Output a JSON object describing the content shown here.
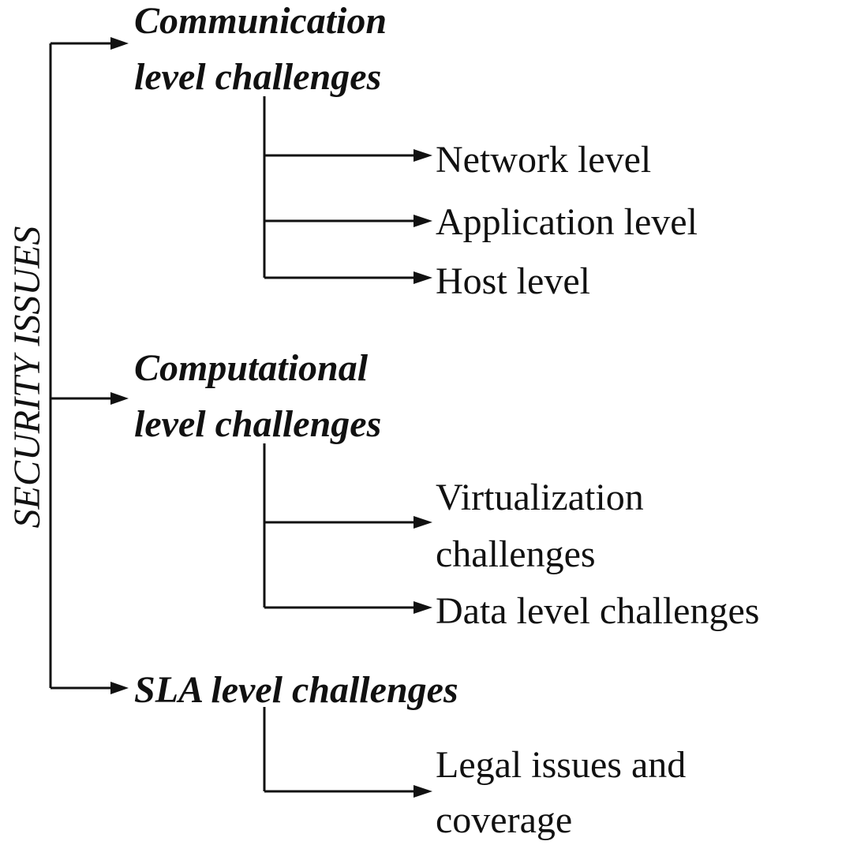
{
  "diagram": {
    "root": {
      "label": "SECURITY ISSUES"
    },
    "categories": [
      {
        "lines": [
          "Communication",
          "level challenges"
        ],
        "children": [
          {
            "lines": [
              "Network level"
            ]
          },
          {
            "lines": [
              "Application level"
            ]
          },
          {
            "lines": [
              "Host level"
            ]
          }
        ]
      },
      {
        "lines": [
          "Computational",
          "level challenges"
        ],
        "children": [
          {
            "lines": [
              "Virtualization",
              "challenges"
            ]
          },
          {
            "lines": [
              "Data level challenges"
            ]
          }
        ]
      },
      {
        "lines": [
          "SLA level challenges"
        ],
        "children": [
          {
            "lines": [
              "Legal issues and",
              "coverage"
            ]
          }
        ]
      }
    ]
  }
}
